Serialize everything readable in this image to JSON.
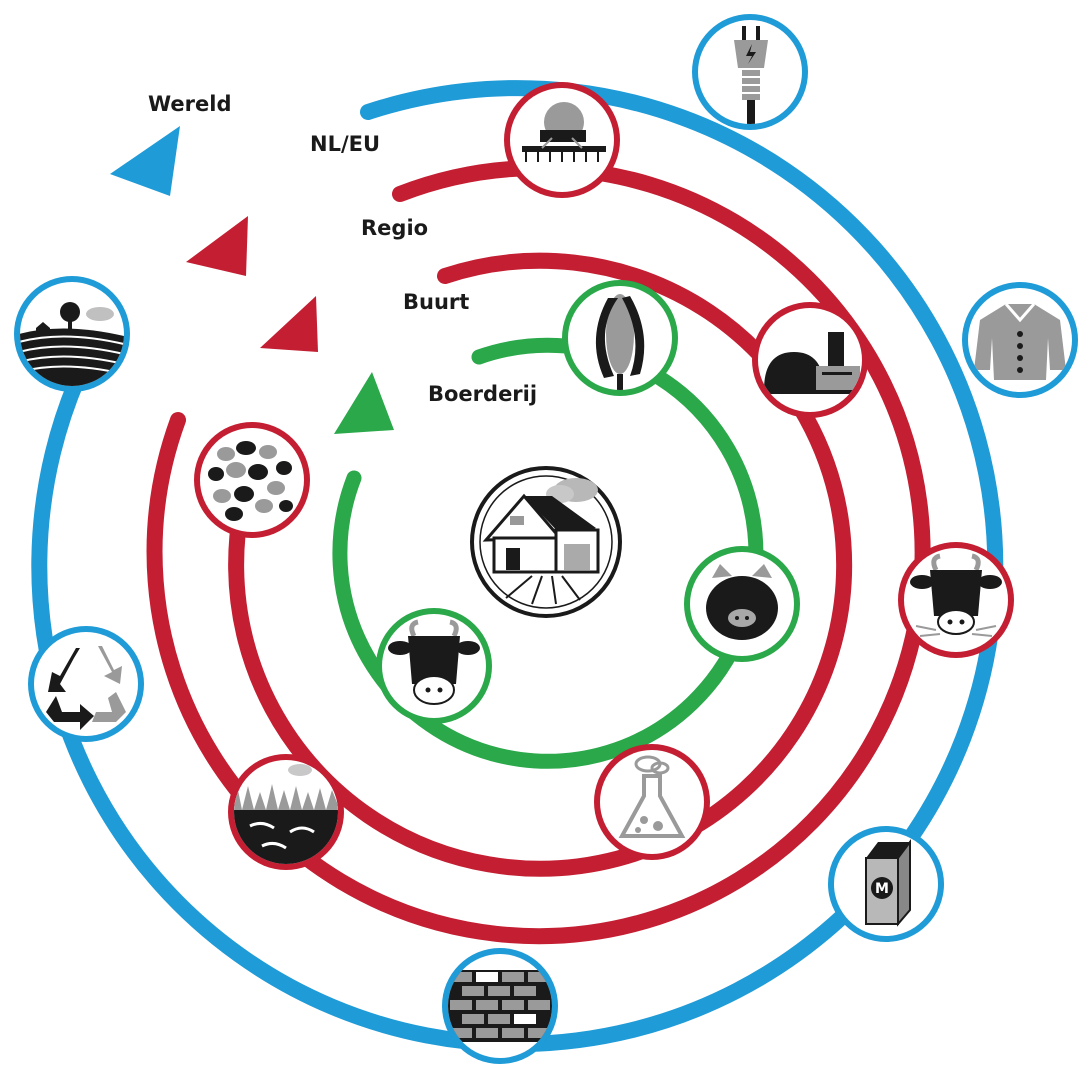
{
  "labels": {
    "wereld": "Wereld",
    "nl_eu": "NL/EU",
    "regio": "Regio",
    "buurt": "Buurt",
    "boerderij": "Boerderij"
  },
  "milk_carton_letter": "M",
  "colors": {
    "green_ring": "#2aa84a",
    "red_ring": "#c41e32",
    "blue_ring": "#1f9bd7",
    "icon_dark": "#1a1a1a",
    "icon_gray": "#9a9a9a"
  },
  "icons": [
    "farm-house-icon",
    "corn-cob-icon",
    "pig-icon",
    "cow-icon",
    "biogas-plant-icon",
    "dairy-cow-icon",
    "flask-icon",
    "soil-grass-icon",
    "pellets-icon",
    "manure-spreader-icon",
    "electric-plug-icon",
    "coat-icon",
    "milk-carton-icon",
    "bricks-icon",
    "recycle-icon",
    "landscape-icon"
  ]
}
